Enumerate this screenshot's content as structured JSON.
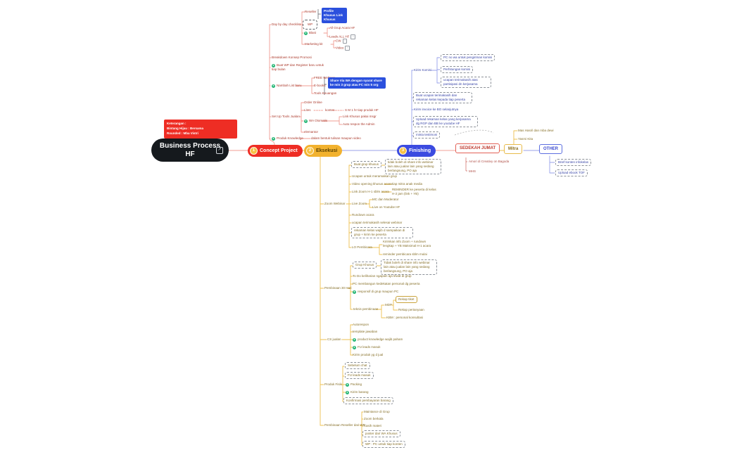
{
  "icons": {
    "external_link": "↗",
    "green_star": "★",
    "link": "↗"
  },
  "root": {
    "title": "Business Process HF"
  },
  "legend": {
    "line1": "Keterangan :",
    "line2": "Bintang Hijau : Bersama",
    "line3": "Rounded : Mba Vistri"
  },
  "concept": {
    "number": "1",
    "label": "Concept Project",
    "day": {
      "label": "Day by day checklist",
      "reseller": "Reseller",
      "wp": "WP",
      "wp_note": "Profile Khusus Link Khusus",
      "blast": {
        "label": "Blast",
        "all_grup": "All Grup Acara HF",
        "leads": "Leads ALL HF"
      },
      "marketing": {
        "label": "Marketing kit",
        "cw": "CW",
        "video": "Video"
      }
    },
    "breakdown": "Breakdown Konsep Promosi",
    "buat_wp": "Buat WP dan Register baru untuk tiap bulan",
    "list": {
      "label": "Nambah List baru",
      "webinar": "FREE Webinar",
      "ebooks": "E-books",
      "tools": "Tools Keuangan",
      "note": "Share Via WA dengan syarat share ke min 3 grup atau FC min 5 org"
    },
    "tools": {
      "label": "Set Up Tools Jualan",
      "order": "Order Online",
      "lites": "Lites",
      "konten": "konten",
      "sm": "S M 1 hr tiap produk HF",
      "wa": {
        "label": "WA Otomatis",
        "link_khusus": "Link Khusus pakai msgr",
        "auto": "Auto respon the Admin"
      },
      "elementor": "elemantor"
    },
    "knowledge": {
      "label": "Produk Knowledge",
      "detail": "dalam bentuk tulisan maupun video"
    }
  },
  "eksekusi": {
    "number": "2",
    "label": "Eksekusi",
    "zoom": {
      "label": "Zoom Webinar",
      "grup": {
        "label": "Buat grup khusus",
        "note": "tidak boleh di share info webinar lain atau jualan lain yang sedang berlangsung, PO aja"
      },
      "ucapan": "Ucapan untuk meramaikan grup",
      "video": {
        "label": "Video opening khusus acara",
        "detail": "tiap mitra anak media"
      },
      "link": {
        "label": "Link Zoom H-1 sblm acara",
        "detail": "REMINDER ke peserta di kelas H-2 jam (link + YB)"
      },
      "live": {
        "label": "Live Zoom",
        "mc": "MC dan Moderator",
        "yt": "Live on Youtube HF"
      },
      "rundown": "Rundown acara",
      "terimakasih": "ucapan terimakasih selesai webinar",
      "rekaman": "rekaman kelas wajib d sampaikan di grup + kirim ke peserta",
      "lo": {
        "label": "LO Pembicara",
        "kirim": "Kirimkan info Zoom + rundown lengkap + YB Maksimal H-1 acara",
        "reminder": "reminder pembicara sblm mulai"
      }
    },
    "pembinaan": {
      "label": "Pembinaan 30 Hari",
      "grup": {
        "label": "Grup Khusus",
        "note": "Tidak boleh di share info webinar lain atau jualan lain yang sedang berlangsung, PO aja"
      },
      "todo": "To Do keliharian ngapain aja lewat di grup",
      "pc": "PC membangun kedekatan personal dg peserta",
      "responsif": "responsif di grup maupun PC",
      "teknis": {
        "label": "teknis pembinaan",
        "mdp": "MDP",
        "rekap_tiket": "Rekap tiket",
        "rekap_pertanyaan": "Rekap pertanyaan",
        "kbm": "KBM : personal konsultasi"
      }
    },
    "cs": {
      "label": "CS jualan",
      "auto": "Autorespon",
      "template": "template jawaban",
      "knowledge": "product knowledge wajib paham",
      "fu": "FU leads masuk",
      "kirim": "Kirim produk yg d jual"
    },
    "fisik": {
      "label": "Produk Fisik",
      "chat": "Sebelum chat",
      "fu": "FU leads masuk",
      "packing": "Packing",
      "kirim": "Kirim barang",
      "konfirmasi": "Konfirmasi pembayaran barang"
    },
    "reseller": {
      "label": "Pembinaan Reseller dari WP",
      "maintance": "Maintance di Grup",
      "zoom": "Zoom berkala",
      "materi": "Kasih materi",
      "poster": "poster dari WA Khusus",
      "wp": "WP : PC untuk tiap konten"
    }
  },
  "finishing": {
    "number": "3",
    "label": "Finishing",
    "komisi": {
      "label": "Kirim Komisi",
      "pc": "PC no wa untuk pengiriman komisi",
      "hitung": "Perhitungan komisi",
      "ucapan": "ucapan terimakasih atas partisipasi dn kerjasama"
    },
    "ucapan": "Buat ucapan terimakasih dan rekaman kelas kepada tiap peserta",
    "invoice": "Kirim invoice ke BO selanjutnya",
    "upload": "Upload rekaman kelas yang kerjasama dg RGP dan BB ke youtube HF",
    "testimoni": "minta testimoni"
  },
  "sedekah": {
    "label": "SEDEKAH JUMAT",
    "item1": "Amori di Creativy on Bagoda",
    "item2": "MHS"
  },
  "mitra": {
    "label": "Mitra",
    "item1": "Mas Hasril dan mba dewi",
    "item2": "Yasmi Kita"
  },
  "other": {
    "label": "OTHER",
    "item1": "Brief konten infokelas",
    "item2": "Upload ebook TOF"
  }
}
